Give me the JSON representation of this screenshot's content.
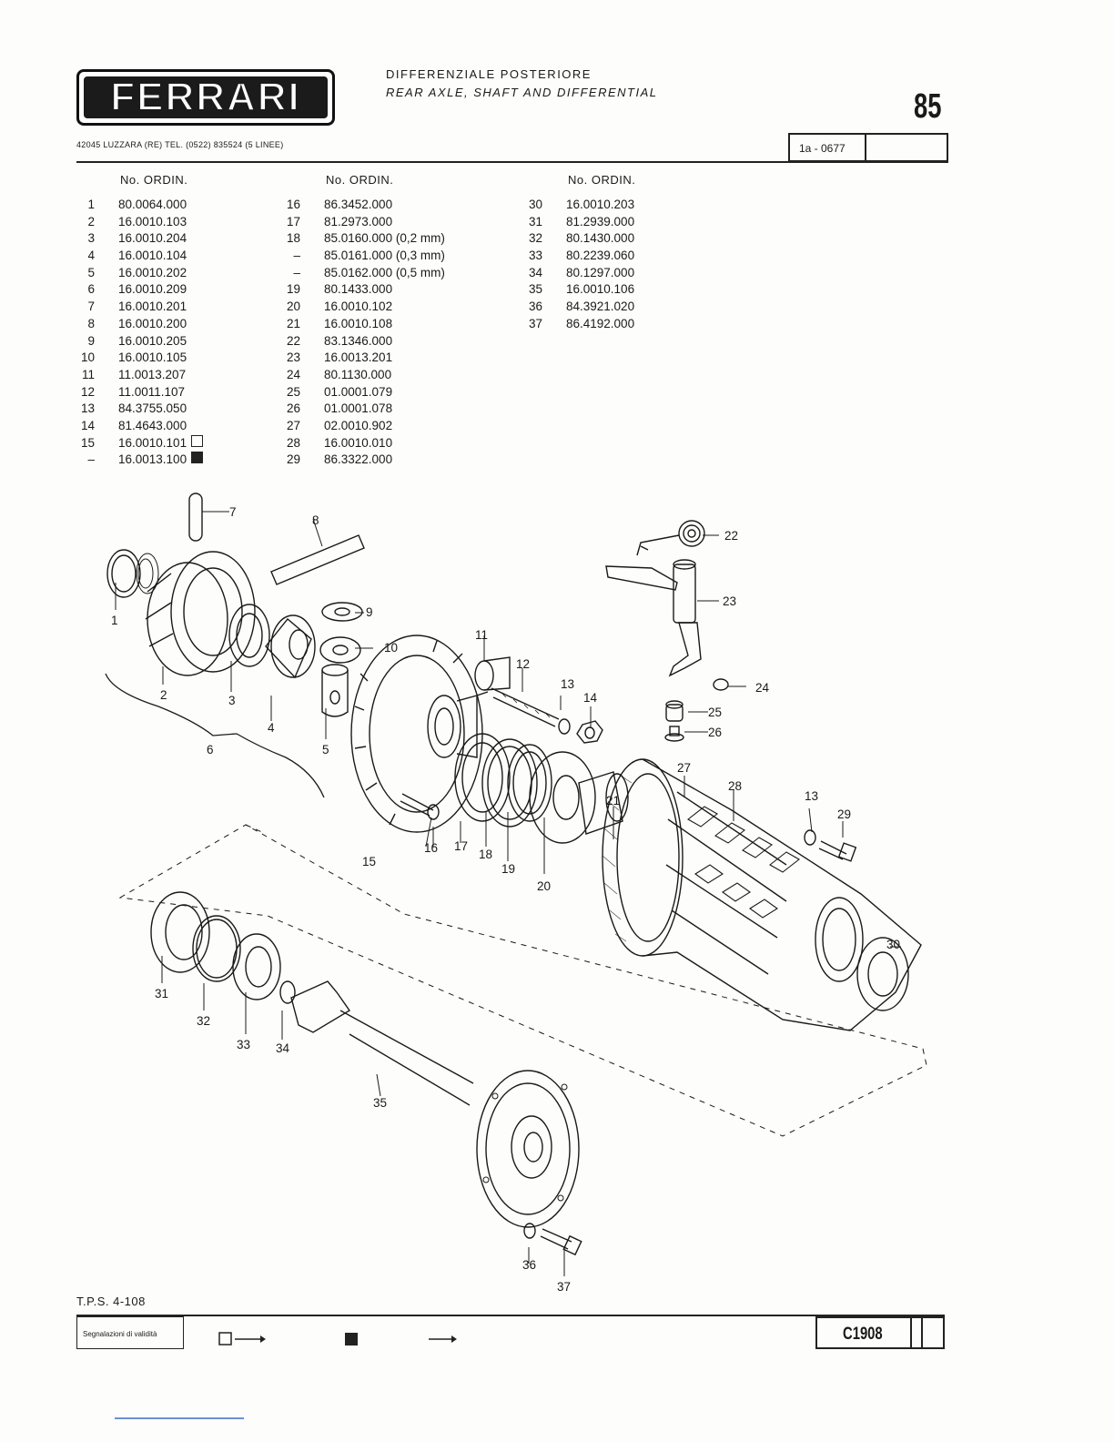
{
  "header": {
    "logo_text": "FERRARI",
    "title_it": "DIFFERENZIALE POSTERIORE",
    "title_en": "REAR AXLE, SHAFT AND DIFFERENTIAL",
    "page_number": "85",
    "address": "42045 LUZZARA (RE)    TEL. (0522) 835524 (5 LINEE)",
    "code": "1a - 0677"
  },
  "column_header": "No. ORDIN.",
  "parts": {
    "col1": [
      {
        "n": "1",
        "code": "80.0064.000"
      },
      {
        "n": "2",
        "code": "16.0010.103"
      },
      {
        "n": "3",
        "code": "16.0010.204"
      },
      {
        "n": "4",
        "code": "16.0010.104"
      },
      {
        "n": "5",
        "code": "16.0010.202"
      },
      {
        "n": "6",
        "code": "16.0010.209"
      },
      {
        "n": "7",
        "code": "16.0010.201"
      },
      {
        "n": "8",
        "code": "16.0010.200"
      },
      {
        "n": "9",
        "code": "16.0010.205"
      },
      {
        "n": "10",
        "code": "16.0010.105"
      },
      {
        "n": "11",
        "code": "11.0013.207"
      },
      {
        "n": "12",
        "code": "11.0011.107"
      },
      {
        "n": "13",
        "code": "84.3755.050"
      },
      {
        "n": "14",
        "code": "81.4643.000"
      },
      {
        "n": "15",
        "code": "16.0010.101",
        "mark": "empty"
      },
      {
        "n": "–",
        "code": "16.0013.100",
        "mark": "filled"
      }
    ],
    "col2": [
      {
        "n": "16",
        "code": "86.3452.000"
      },
      {
        "n": "17",
        "code": "81.2973.000"
      },
      {
        "n": "18",
        "code": "85.0160.000 (0,2 mm)"
      },
      {
        "n": "–",
        "code": "85.0161.000 (0,3 mm)"
      },
      {
        "n": "–",
        "code": "85.0162.000 (0,5 mm)"
      },
      {
        "n": "19",
        "code": "80.1433.000"
      },
      {
        "n": "20",
        "code": "16.0010.102"
      },
      {
        "n": "21",
        "code": "16.0010.108"
      },
      {
        "n": "22",
        "code": "83.1346.000"
      },
      {
        "n": "23",
        "code": "16.0013.201"
      },
      {
        "n": "24",
        "code": "80.1130.000"
      },
      {
        "n": "25",
        "code": "01.0001.079"
      },
      {
        "n": "26",
        "code": "01.0001.078"
      },
      {
        "n": "27",
        "code": "02.0010.902"
      },
      {
        "n": "28",
        "code": "16.0010.010"
      },
      {
        "n": "29",
        "code": "86.3322.000"
      }
    ],
    "col3": [
      {
        "n": "30",
        "code": "16.0010.203"
      },
      {
        "n": "31",
        "code": "81.2939.000"
      },
      {
        "n": "32",
        "code": "80.1430.000"
      },
      {
        "n": "33",
        "code": "80.2239.060"
      },
      {
        "n": "34",
        "code": "80.1297.000"
      },
      {
        "n": "35",
        "code": "16.0010.106"
      },
      {
        "n": "36",
        "code": "84.3921.020"
      },
      {
        "n": "37",
        "code": "86.4192.000"
      }
    ]
  },
  "callouts": {
    "c1": "1",
    "c2": "2",
    "c3": "3",
    "c4": "4",
    "c5": "5",
    "c6": "6",
    "c7": "7",
    "c8": "8",
    "c9": "9",
    "c10": "10",
    "c11": "11",
    "c12": "12",
    "c13a": "13",
    "c13b": "13",
    "c14": "14",
    "c15": "15",
    "c16": "16",
    "c17": "17",
    "c18": "18",
    "c19": "19",
    "c20": "20",
    "c21": "21",
    "c22": "22",
    "c23": "23",
    "c24": "24",
    "c25": "25",
    "c26": "26",
    "c27": "27",
    "c28": "28",
    "c29": "29",
    "c30": "30",
    "c31": "31",
    "c32": "32",
    "c33": "33",
    "c34": "34",
    "c35": "35",
    "c36": "36",
    "c37": "37"
  },
  "footer": {
    "tps": "T.P.S. 4-108",
    "validity_label": "Segnalazioni di validità",
    "catalog_code": "C1908"
  }
}
